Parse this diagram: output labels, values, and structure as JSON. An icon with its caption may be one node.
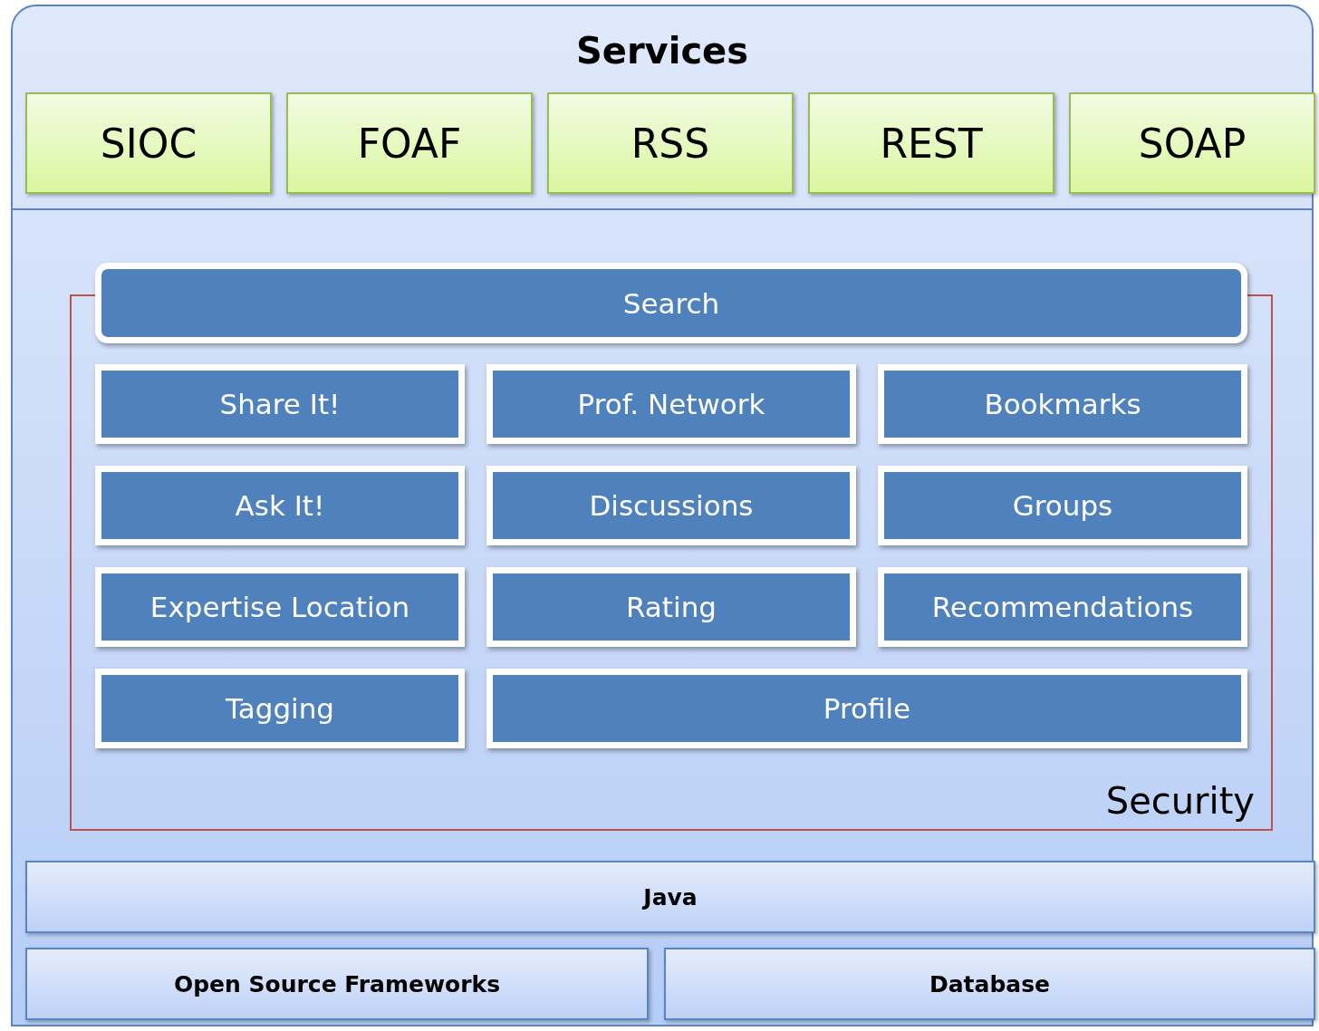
{
  "diagram": {
    "nodes": [
      {
        "text": [
          "Services"
        ]
      },
      {
        "text": [
          "SIOC"
        ],
        "in": 0
      },
      {
        "text": [
          "FOAF"
        ],
        "in": 0
      },
      {
        "text": [
          "RSS"
        ],
        "in": 0
      },
      {
        "text": [
          "REST"
        ],
        "in": 0
      },
      {
        "text": [
          "SOAP"
        ],
        "in": 0
      },
      {
        "text": [
          "Security"
        ],
        "in": 0
      },
      {
        "text": [
          "Search"
        ],
        "in": 0
      },
      {
        "text": [
          "Share It!"
        ],
        "in": 6
      },
      {
        "text": [
          "Prof. Network"
        ],
        "in": 6
      },
      {
        "text": [
          "Bookmarks"
        ],
        "in": 6
      },
      {
        "text": [
          "Ask It!"
        ],
        "in": 6
      },
      {
        "text": [
          "Discussions"
        ],
        "in": 6
      },
      {
        "text": [
          "Groups"
        ],
        "in": 6
      },
      {
        "text": [
          "Expertise Location"
        ],
        "in": 6
      },
      {
        "text": [
          "Rating"
        ],
        "in": 6
      },
      {
        "text": [
          "Recommendations"
        ],
        "in": 6
      },
      {
        "text": [
          "Tagging"
        ],
        "in": 6
      },
      {
        "text": [
          "Profile"
        ],
        "in": 6
      },
      {
        "text": [
          "Java"
        ],
        "in": 0
      },
      {
        "text": [
          "Open Source Frameworks"
        ],
        "in": 0
      },
      {
        "text": [
          "Database"
        ],
        "in": 0
      }
    ],
    "edges": []
  }
}
